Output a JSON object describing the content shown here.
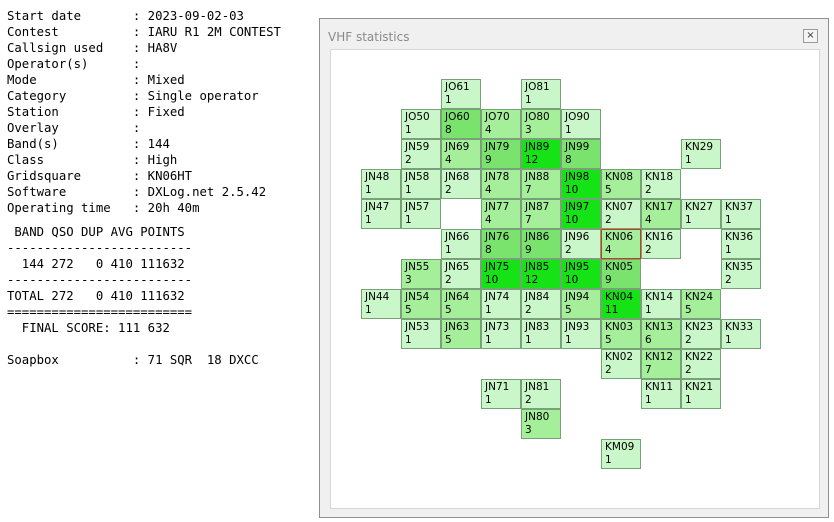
{
  "report": {
    "header_lines": [
      "Start date       : 2023-09-02-03",
      "Contest          : IARU R1 2M CONTEST",
      "Callsign used    : HA8V",
      "Operator(s)      :",
      "Mode             : Mixed",
      "Category         : Single operator",
      "Station          : Fixed",
      "Overlay          :",
      "Band(s)          : 144",
      "Class            : High",
      "Gridsquare       : KN06HT",
      "Software         : DXLog.net 2.5.42",
      "Operating time   : 20h 40m"
    ],
    "table_lines": [
      " BAND QSO DUP AVG POINTS",
      "-------------------------",
      "  144 272   0 410 111632",
      "-------------------------",
      "TOTAL 272   0 410 111632",
      "=========================",
      "  FINAL SCORE: 111 632",
      "",
      "Soapbox          : 71 SQR  18 DXCC"
    ]
  },
  "window": {
    "title": "VHF statistics",
    "close_glyph": "×",
    "selected_cell": "KN06",
    "colors": {
      "low": "#c9f7c9",
      "mid": "#a5ee9a",
      "high": "#7ae36e",
      "top": "#16e316",
      "selected_border": "#cc3b1f"
    }
  },
  "grid": {
    "cols": [
      "JN4",
      "JN5",
      "JN6",
      "JN7",
      "JN8",
      "JN9",
      "KN0",
      "KN1",
      "KN2",
      "KN3"
    ],
    "rows": [
      "1",
      "0",
      "9",
      "8",
      "7",
      "6",
      "5",
      "4",
      "3",
      "2",
      "1",
      "0",
      "9"
    ],
    "cells": [
      {
        "loc": "JO61",
        "count": "1",
        "col": 2,
        "row": 0,
        "level": "low"
      },
      {
        "loc": "JO81",
        "count": "1",
        "col": 4,
        "row": 0,
        "level": "low"
      },
      {
        "loc": "JO50",
        "count": "1",
        "col": 1,
        "row": 1,
        "level": "low"
      },
      {
        "loc": "JO60",
        "count": "8",
        "col": 2,
        "row": 1,
        "level": "high"
      },
      {
        "loc": "JO70",
        "count": "4",
        "col": 3,
        "row": 1,
        "level": "mid"
      },
      {
        "loc": "JO80",
        "count": "3",
        "col": 4,
        "row": 1,
        "level": "mid"
      },
      {
        "loc": "JO90",
        "count": "1",
        "col": 5,
        "row": 1,
        "level": "low"
      },
      {
        "loc": "JN59",
        "count": "2",
        "col": 1,
        "row": 2,
        "level": "low"
      },
      {
        "loc": "JN69",
        "count": "4",
        "col": 2,
        "row": 2,
        "level": "mid"
      },
      {
        "loc": "JN79",
        "count": "9",
        "col": 3,
        "row": 2,
        "level": "high"
      },
      {
        "loc": "JN89",
        "count": "12",
        "col": 4,
        "row": 2,
        "level": "top"
      },
      {
        "loc": "JN99",
        "count": "8",
        "col": 5,
        "row": 2,
        "level": "high"
      },
      {
        "loc": "KN29",
        "count": "1",
        "col": 8,
        "row": 2,
        "level": "low"
      },
      {
        "loc": "JN48",
        "count": "1",
        "col": 0,
        "row": 3,
        "level": "low"
      },
      {
        "loc": "JN58",
        "count": "1",
        "col": 1,
        "row": 3,
        "level": "low"
      },
      {
        "loc": "JN68",
        "count": "2",
        "col": 2,
        "row": 3,
        "level": "low"
      },
      {
        "loc": "JN78",
        "count": "4",
        "col": 3,
        "row": 3,
        "level": "mid"
      },
      {
        "loc": "JN88",
        "count": "7",
        "col": 4,
        "row": 3,
        "level": "mid"
      },
      {
        "loc": "JN98",
        "count": "10",
        "col": 5,
        "row": 3,
        "level": "top"
      },
      {
        "loc": "KN08",
        "count": "5",
        "col": 6,
        "row": 3,
        "level": "mid"
      },
      {
        "loc": "KN18",
        "count": "2",
        "col": 7,
        "row": 3,
        "level": "low"
      },
      {
        "loc": "JN47",
        "count": "1",
        "col": 0,
        "row": 4,
        "level": "low"
      },
      {
        "loc": "JN57",
        "count": "1",
        "col": 1,
        "row": 4,
        "level": "low"
      },
      {
        "loc": "JN77",
        "count": "4",
        "col": 3,
        "row": 4,
        "level": "mid"
      },
      {
        "loc": "JN87",
        "count": "7",
        "col": 4,
        "row": 4,
        "level": "mid"
      },
      {
        "loc": "JN97",
        "count": "10",
        "col": 5,
        "row": 4,
        "level": "top"
      },
      {
        "loc": "KN07",
        "count": "2",
        "col": 6,
        "row": 4,
        "level": "low"
      },
      {
        "loc": "KN17",
        "count": "4",
        "col": 7,
        "row": 4,
        "level": "mid"
      },
      {
        "loc": "KN27",
        "count": "1",
        "col": 8,
        "row": 4,
        "level": "low"
      },
      {
        "loc": "KN37",
        "count": "1",
        "col": 9,
        "row": 4,
        "level": "low"
      },
      {
        "loc": "JN66",
        "count": "1",
        "col": 2,
        "row": 5,
        "level": "low"
      },
      {
        "loc": "JN76",
        "count": "8",
        "col": 3,
        "row": 5,
        "level": "high"
      },
      {
        "loc": "JN86",
        "count": "9",
        "col": 4,
        "row": 5,
        "level": "high"
      },
      {
        "loc": "JN96",
        "count": "2",
        "col": 5,
        "row": 5,
        "level": "low"
      },
      {
        "loc": "KN06",
        "count": "4",
        "col": 6,
        "row": 5,
        "level": "mid"
      },
      {
        "loc": "KN16",
        "count": "2",
        "col": 7,
        "row": 5,
        "level": "low"
      },
      {
        "loc": "KN36",
        "count": "1",
        "col": 9,
        "row": 5,
        "level": "low"
      },
      {
        "loc": "JN55",
        "count": "3",
        "col": 1,
        "row": 6,
        "level": "mid"
      },
      {
        "loc": "JN65",
        "count": "2",
        "col": 2,
        "row": 6,
        "level": "low"
      },
      {
        "loc": "JN75",
        "count": "10",
        "col": 3,
        "row": 6,
        "level": "top"
      },
      {
        "loc": "JN85",
        "count": "12",
        "col": 4,
        "row": 6,
        "level": "top"
      },
      {
        "loc": "JN95",
        "count": "10",
        "col": 5,
        "row": 6,
        "level": "top"
      },
      {
        "loc": "KN05",
        "count": "9",
        "col": 6,
        "row": 6,
        "level": "high"
      },
      {
        "loc": "KN35",
        "count": "2",
        "col": 9,
        "row": 6,
        "level": "low"
      },
      {
        "loc": "JN44",
        "count": "1",
        "col": 0,
        "row": 7,
        "level": "low"
      },
      {
        "loc": "JN54",
        "count": "5",
        "col": 1,
        "row": 7,
        "level": "mid"
      },
      {
        "loc": "JN64",
        "count": "5",
        "col": 2,
        "row": 7,
        "level": "mid"
      },
      {
        "loc": "JN74",
        "count": "1",
        "col": 3,
        "row": 7,
        "level": "low"
      },
      {
        "loc": "JN84",
        "count": "2",
        "col": 4,
        "row": 7,
        "level": "low"
      },
      {
        "loc": "JN94",
        "count": "5",
        "col": 5,
        "row": 7,
        "level": "mid"
      },
      {
        "loc": "KN04",
        "count": "11",
        "col": 6,
        "row": 7,
        "level": "top"
      },
      {
        "loc": "KN14",
        "count": "1",
        "col": 7,
        "row": 7,
        "level": "low"
      },
      {
        "loc": "KN24",
        "count": "5",
        "col": 8,
        "row": 7,
        "level": "mid"
      },
      {
        "loc": "JN53",
        "count": "1",
        "col": 1,
        "row": 8,
        "level": "low"
      },
      {
        "loc": "JN63",
        "count": "5",
        "col": 2,
        "row": 8,
        "level": "mid"
      },
      {
        "loc": "JN73",
        "count": "1",
        "col": 3,
        "row": 8,
        "level": "low"
      },
      {
        "loc": "JN83",
        "count": "1",
        "col": 4,
        "row": 8,
        "level": "low"
      },
      {
        "loc": "JN93",
        "count": "1",
        "col": 5,
        "row": 8,
        "level": "low"
      },
      {
        "loc": "KN03",
        "count": "5",
        "col": 6,
        "row": 8,
        "level": "mid"
      },
      {
        "loc": "KN13",
        "count": "6",
        "col": 7,
        "row": 8,
        "level": "mid"
      },
      {
        "loc": "KN23",
        "count": "2",
        "col": 8,
        "row": 8,
        "level": "low"
      },
      {
        "loc": "KN33",
        "count": "1",
        "col": 9,
        "row": 8,
        "level": "low"
      },
      {
        "loc": "KN02",
        "count": "2",
        "col": 6,
        "row": 9,
        "level": "low"
      },
      {
        "loc": "KN12",
        "count": "7",
        "col": 7,
        "row": 9,
        "level": "mid"
      },
      {
        "loc": "KN22",
        "count": "2",
        "col": 8,
        "row": 9,
        "level": "low"
      },
      {
        "loc": "JN71",
        "count": "1",
        "col": 3,
        "row": 10,
        "level": "low"
      },
      {
        "loc": "JN81",
        "count": "2",
        "col": 4,
        "row": 10,
        "level": "low"
      },
      {
        "loc": "KN11",
        "count": "1",
        "col": 7,
        "row": 10,
        "level": "low"
      },
      {
        "loc": "KN21",
        "count": "1",
        "col": 8,
        "row": 10,
        "level": "low"
      },
      {
        "loc": "JN80",
        "count": "3",
        "col": 4,
        "row": 11,
        "level": "mid"
      },
      {
        "loc": "KM09",
        "count": "1",
        "col": 6,
        "row": 12,
        "level": "low"
      }
    ]
  }
}
